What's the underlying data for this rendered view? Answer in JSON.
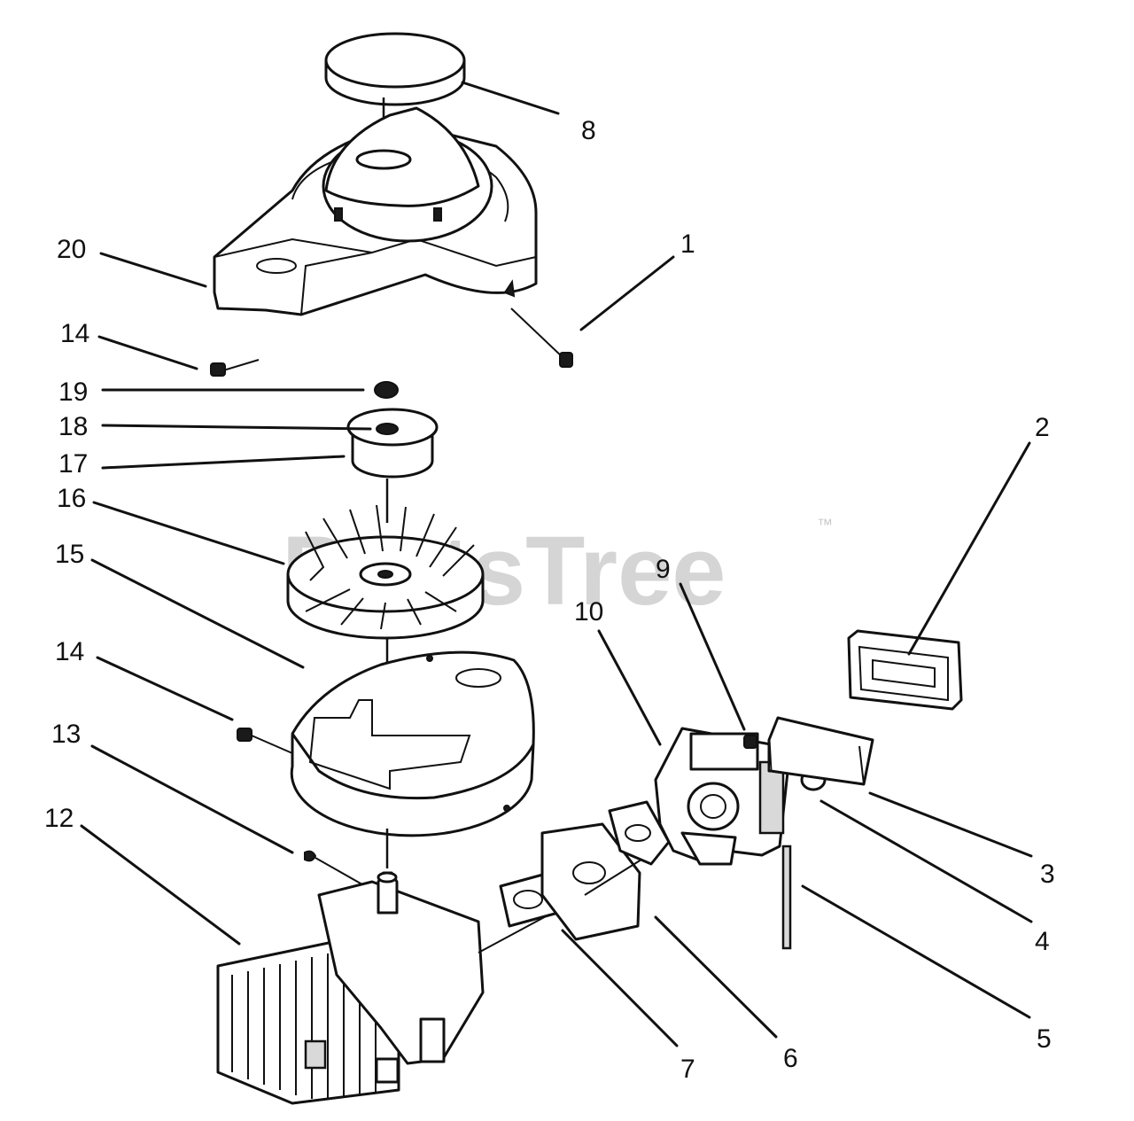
{
  "watermark": {
    "brand": "PartsTree",
    "trademark": "™"
  },
  "callouts": {
    "n1": "1",
    "n2": "2",
    "n3": "3",
    "n4": "4",
    "n5": "5",
    "n6": "6",
    "n7": "7",
    "n8": "8",
    "n9": "9",
    "n10": "10",
    "n12": "12",
    "n13": "13",
    "n14a": "14",
    "n14b": "14",
    "n15": "15",
    "n16": "16",
    "n17": "17",
    "n18": "18",
    "n19": "19",
    "n20": "20"
  }
}
